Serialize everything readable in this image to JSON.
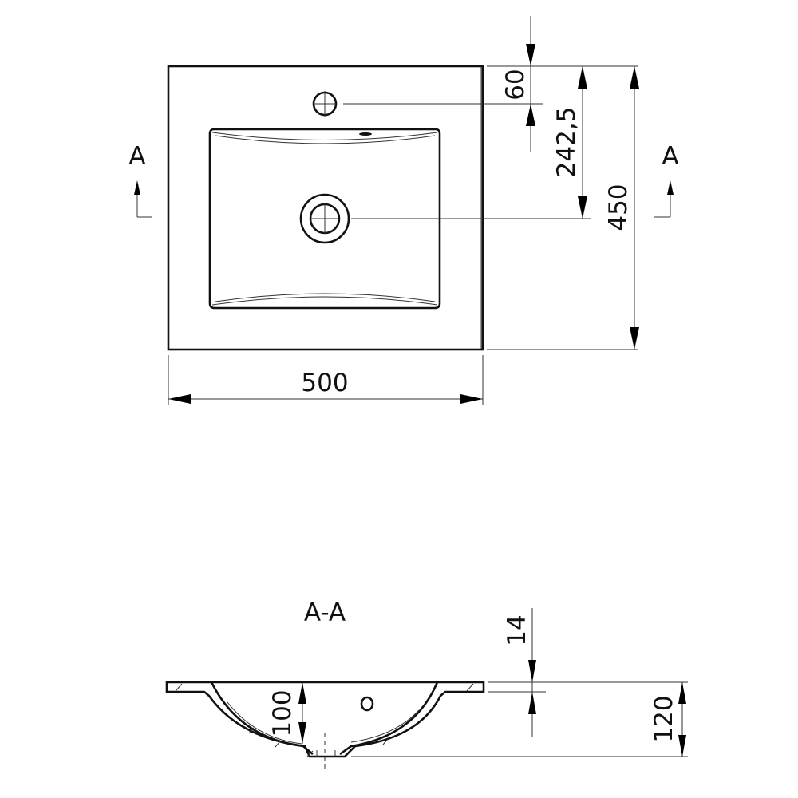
{
  "drawing": {
    "top_view": {
      "section_marker_left": "A",
      "section_marker_right": "A",
      "dimensions": {
        "width": "500",
        "depth": "450",
        "tap_hole_offset": "60",
        "drain_offset": "242,5"
      }
    },
    "section_view": {
      "title": "A-A",
      "dimensions": {
        "bowl_depth": "100",
        "rim_thickness": "14",
        "total_height": "120"
      }
    }
  }
}
